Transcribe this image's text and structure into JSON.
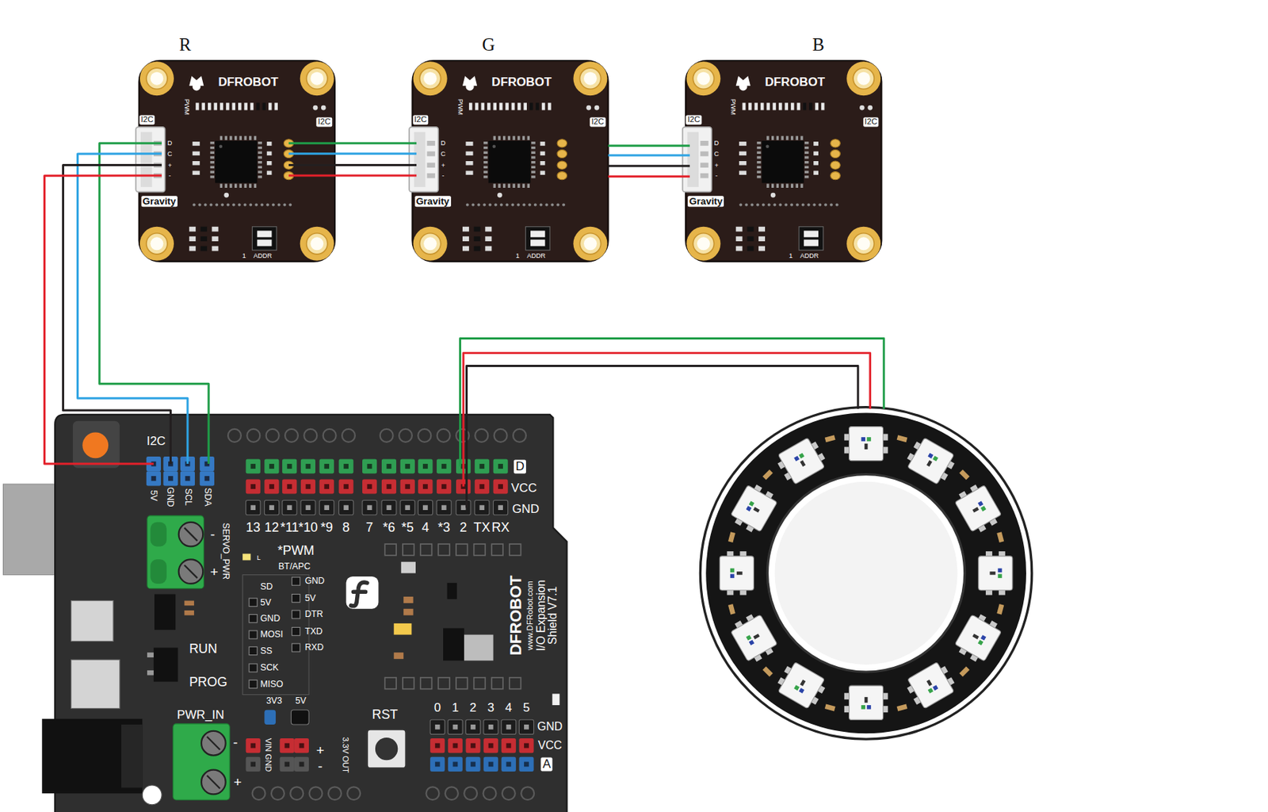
{
  "diagram": {
    "nodes": [
      {
        "text": [
          "R",
          "PWM",
          "DFROBOT",
          "I2C",
          "I2C",
          "D",
          "C",
          "+",
          "-",
          "Gravity",
          "1",
          "ADDR"
        ]
      },
      {
        "text": [
          "G",
          "PWM",
          "DFROBOT",
          "I2C",
          "I2C",
          "D",
          "C",
          "+",
          "-",
          "Gravity",
          "1",
          "ADDR"
        ]
      },
      {
        "text": [
          "B",
          "PWM",
          "DFROBOT",
          "I2C",
          "I2C",
          "D",
          "C",
          "+",
          "-",
          "Gravity",
          "1",
          "ADDR"
        ]
      },
      {
        "text": [
          "I2C",
          "5V",
          "GND",
          "SCL",
          "SDA",
          "D",
          "VCC",
          "GND",
          "-",
          "SERVO_PWR",
          "+",
          "13",
          "12",
          "*11",
          "*10",
          "*9",
          "8",
          "7",
          "*6",
          "*5",
          "4",
          "*3",
          "2",
          "TX",
          "RX",
          "L",
          "*PWM",
          "BT/APC",
          "SD",
          "5V",
          "GND",
          "MOSI",
          "SS",
          "SCK",
          "MISO",
          "GND",
          "5V",
          "DTR",
          "TXD",
          "RXD",
          "DFROBOT",
          "www.DFRobot.com",
          "I/O Expansion",
          "Shield V7.1",
          "RUN",
          "PROG",
          "3V3",
          "5V",
          "RST",
          "0",
          "1",
          "2",
          "3",
          "4",
          "5",
          "GND",
          "VCC",
          "A",
          "PWR_IN",
          "-",
          "+",
          "VIN GND",
          "+",
          "-",
          "3.3V OUT"
        ]
      }
    ],
    "edges": [
      {
        "from": 3,
        "to": 0,
        "arrow": "none"
      },
      {
        "from": 0,
        "to": 1,
        "arrow": "none"
      },
      {
        "from": 1,
        "to": 2,
        "arrow": "none"
      }
    ]
  }
}
